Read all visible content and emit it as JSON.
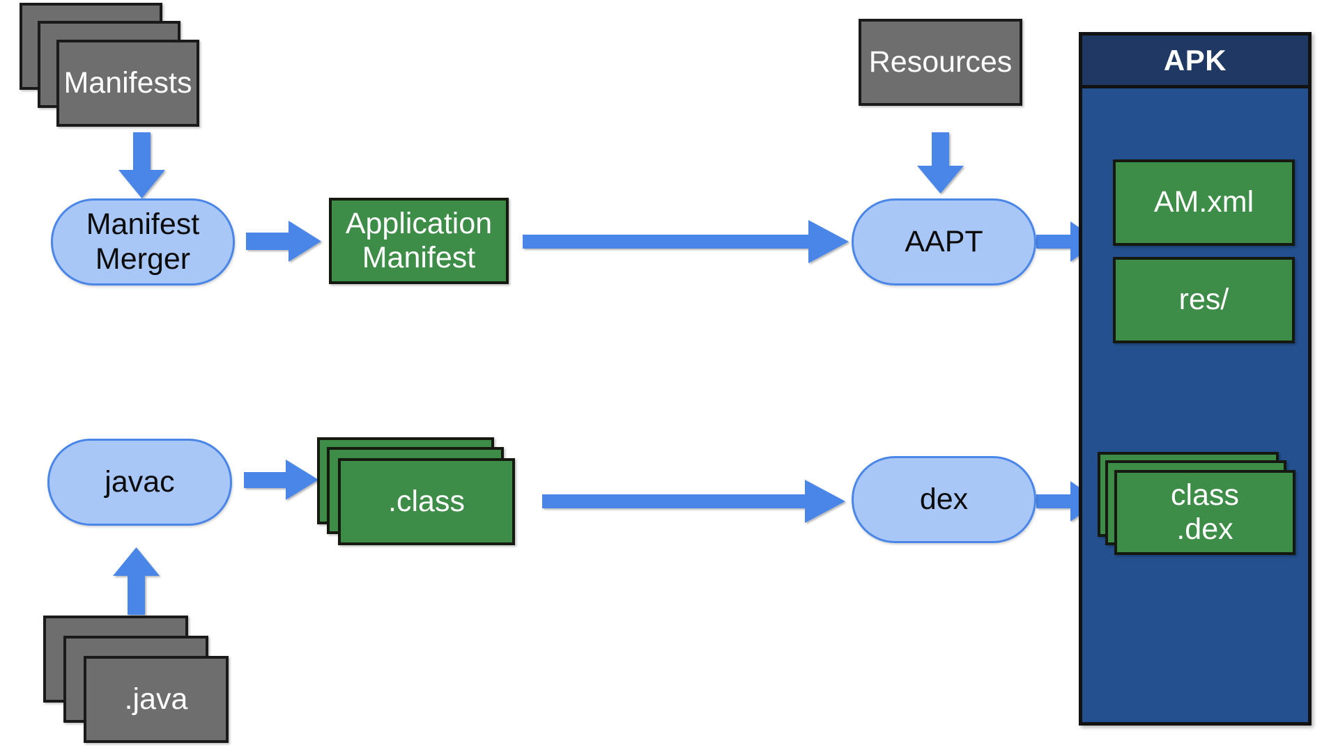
{
  "diagram": {
    "title": "Android APK build pipeline",
    "colors": {
      "grey_fill": "#6e6e6e",
      "green_fill": "#3d8c47",
      "blue_pill_fill": "#a8c7f7",
      "blue_pill_border": "#4a86e8",
      "arrow_blue": "#4a86e8",
      "apk_body": "#24508f",
      "apk_header": "#1f3864",
      "outline_dark": "#121212",
      "text_light": "#ffffff",
      "text_dark": "#0b0b0b",
      "background": "#ffffff"
    },
    "nodes": {
      "manifests": {
        "label": "Manifests",
        "kind": "file-stack",
        "count": 3,
        "fill": "grey"
      },
      "manifest_merger": {
        "label": "Manifest\nMerger",
        "kind": "process",
        "fill": "blue"
      },
      "application_manifest": {
        "label": "Application\nManifest",
        "kind": "artifact",
        "fill": "green"
      },
      "resources": {
        "label": "Resources",
        "kind": "file",
        "count": 1,
        "fill": "grey"
      },
      "aapt": {
        "label": "AAPT",
        "kind": "process",
        "fill": "blue"
      },
      "javac": {
        "label": "javac",
        "kind": "process",
        "fill": "blue"
      },
      "java_sources": {
        "label": ".java",
        "kind": "file-stack",
        "count": 3,
        "fill": "grey"
      },
      "class_files": {
        "label": ".class",
        "kind": "file-stack",
        "count": 3,
        "fill": "green"
      },
      "dex": {
        "label": "dex",
        "kind": "process",
        "fill": "blue"
      },
      "apk": {
        "label": "APK",
        "kind": "container",
        "fill": "apk"
      },
      "apk_am_xml": {
        "label": "AM.xml",
        "kind": "artifact",
        "fill": "green"
      },
      "apk_res": {
        "label": "res/",
        "kind": "artifact",
        "fill": "green"
      },
      "apk_class_dex": {
        "label": "class\n.dex",
        "kind": "file-stack",
        "count": 3,
        "fill": "green"
      }
    },
    "edges": [
      {
        "from": "manifests",
        "to": "manifest_merger",
        "direction": "down"
      },
      {
        "from": "manifest_merger",
        "to": "application_manifest",
        "direction": "right"
      },
      {
        "from": "application_manifest",
        "to": "aapt",
        "direction": "right"
      },
      {
        "from": "resources",
        "to": "aapt",
        "direction": "down"
      },
      {
        "from": "aapt",
        "to": "apk",
        "direction": "right"
      },
      {
        "from": "java_sources",
        "to": "javac",
        "direction": "up"
      },
      {
        "from": "javac",
        "to": "class_files",
        "direction": "right"
      },
      {
        "from": "class_files",
        "to": "dex",
        "direction": "right"
      },
      {
        "from": "dex",
        "to": "apk",
        "direction": "right"
      }
    ]
  }
}
